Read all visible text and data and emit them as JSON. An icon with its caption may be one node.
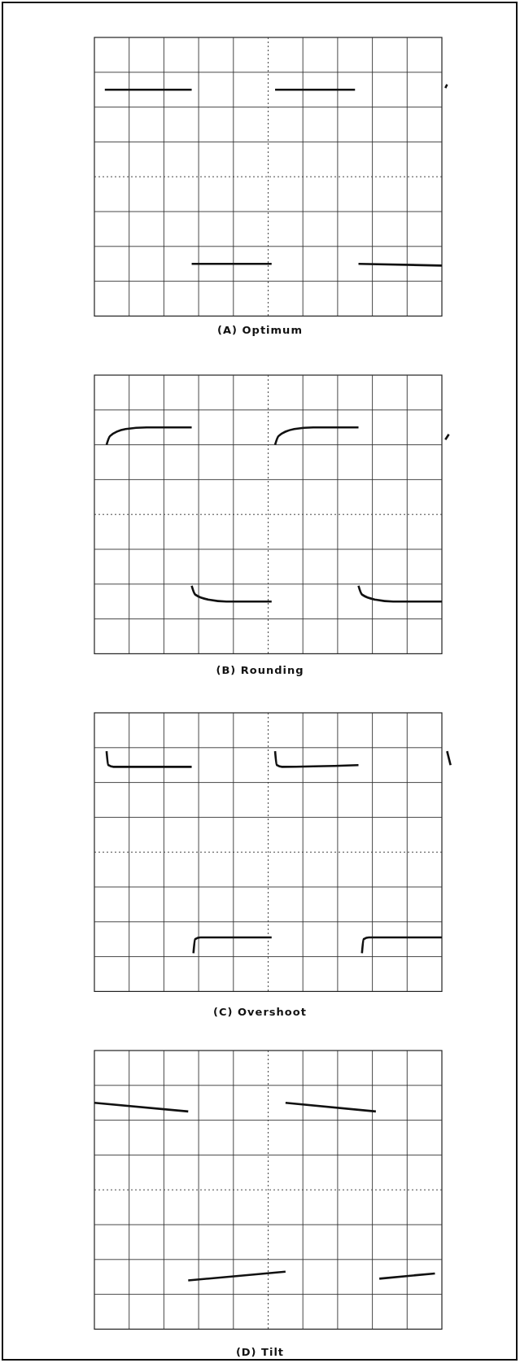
{
  "diagram": {
    "labels": [
      "(A) Optimum",
      "(B) Rounding",
      "(C) Overshoot",
      "(D) Tilt"
    ]
  }
}
